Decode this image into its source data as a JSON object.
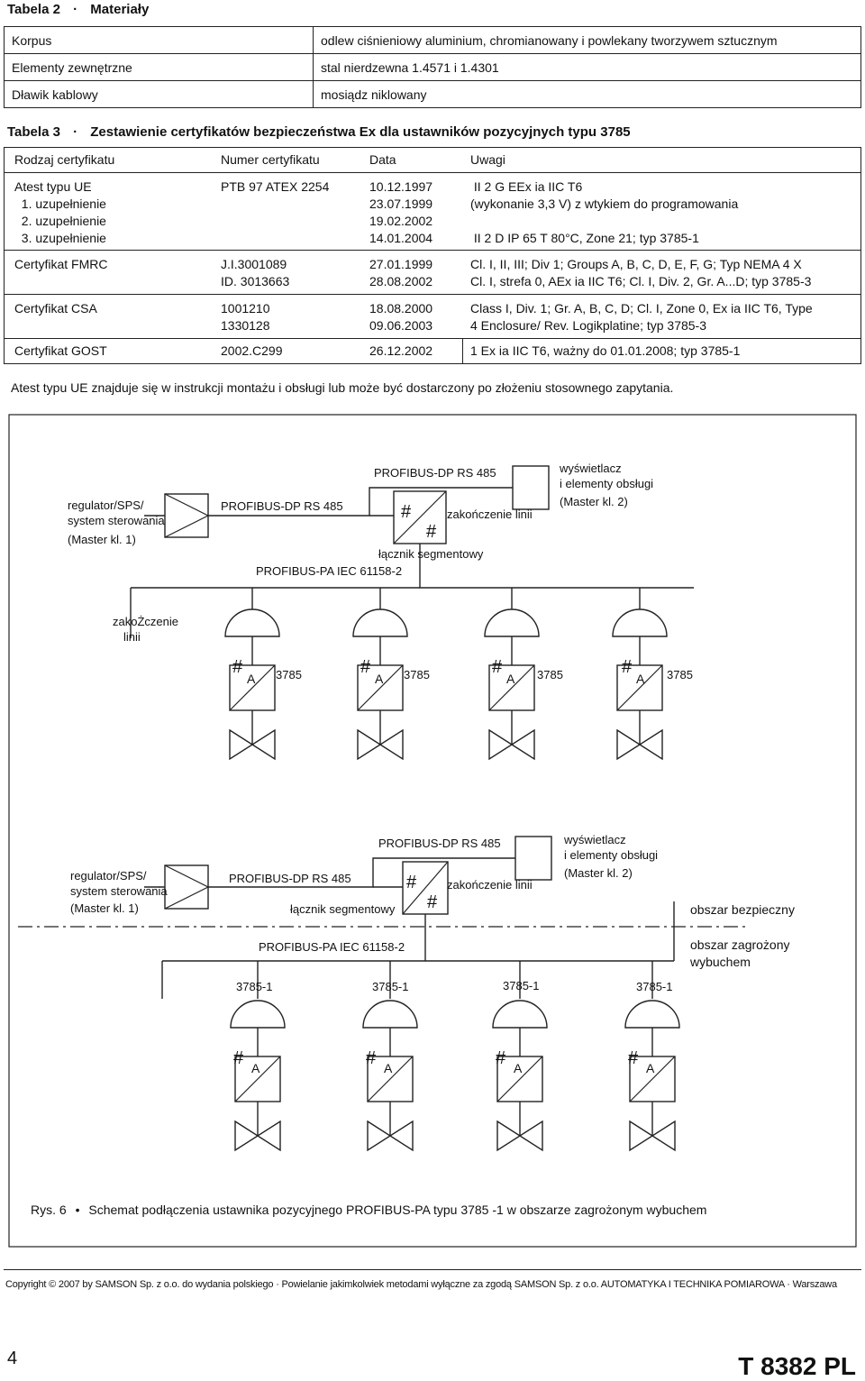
{
  "table2": {
    "label": "Tabela 2",
    "title": "Materiały",
    "rows": [
      {
        "k": "Korpus",
        "v": "odlew ciśnieniowy aluminium, chromianowany i powlekany tworzywem sztucznym"
      },
      {
        "k": "Elementy zewnętrzne",
        "v": "stal nierdzewna 1.4571 i 1.4301"
      },
      {
        "k": "Dławik kablowy",
        "v": "mosiądz niklowany"
      }
    ]
  },
  "table3": {
    "label": "Tabela 3",
    "title": "Zestawienie certyfikatów bezpieczeństwa Ex dla ustawników pozycyjnych typu 3785",
    "headers": [
      "Rodzaj certyfikatu",
      "Numer certyfikatu",
      "Data",
      "Uwagi"
    ],
    "groups": [
      {
        "type": "Atest typu UE\n  1. uzupełnienie\n  2. uzupełnienie\n  3. uzupełnienie",
        "number": "PTB 97 ATEX 2254",
        "date": "10.12.1997\n23.07.1999\n19.02.2002\n14.01.2004",
        "notes": " II 2 G EEx ia IIC T6\n(wykonanie 3,3 V) z wtykiem do programowania\n\n II 2 D IP 65 T 80°C, Zone 21; typ 3785-1"
      },
      {
        "type": "Certyfikat FMRC",
        "number": "J.I.3001089\nID. 3013663",
        "date": "27.01.1999\n28.08.2002",
        "notes": "Cl. I, II, III; Div 1; Groups A, B, C, D, E, F, G; Typ NEMA 4 X\nCl. I, strefa 0, AEx ia IIC T6; Cl. I, Div. 2, Gr. A...D; typ 3785-3"
      },
      {
        "type": "Certyfikat CSA",
        "number": "1001210\n1330128",
        "date": "18.08.2000\n09.06.2003",
        "notes": "Class I, Div. 1; Gr. A, B, C, D; Cl. I, Zone 0, Ex ia IIC T6, Type\n4 Enclosure/ Rev. Logikplatine; typ 3785-3"
      },
      {
        "type": "Certyfikat GOST",
        "number": "2002.C299",
        "date": "26.12.2002",
        "notes": "1 Ex ia IIC T6, ważny do 01.01.2008; typ 3785-1"
      }
    ]
  },
  "note_text": "Atest typu UE znajduje się w instrukcji montażu i obsługi lub może być dostarczony po złożeniu stosownego zapytania.",
  "diagram_top": {
    "master_l1": "regulator/SPS/",
    "master_l2": "system sterowania",
    "master_l3": "(Master kl. 1)",
    "dp_left": "PROFIBUS-DP RS 485",
    "dp_top": "PROFIBUS-DP RS 485",
    "display_l1": "wyświetlacz",
    "display_l2": "i elementy obsługi",
    "display_l3": "(Master kl. 2)",
    "termination": "zakończenie linii",
    "coupler": "łącznik segmentowy",
    "pa": "PROFIBUS-PA IEC 61158-2",
    "term2_l1": "zakoŻczenie",
    "term2_l2": "linii",
    "hash": "#",
    "device_label": "3785",
    "device_letter": "A"
  },
  "diagram_bottom": {
    "master_l1": "regulator/SPS/",
    "master_l2": "system sterowania",
    "master_l3": "(Master kl. 1)",
    "dp_left": "PROFIBUS-DP RS 485",
    "dp_top": "PROFIBUS-DP RS 485",
    "display_l1": "wyświetlacz",
    "display_l2": "i elementy obsługi",
    "display_l3": "(Master kl. 2)",
    "termination": "zakończenie linii",
    "coupler": "łącznik segmentowy",
    "pa": "PROFIBUS-PA IEC 61158-2",
    "safe_area": "obszar bezpieczny",
    "hazard_l1": "obszar zagrożony",
    "hazard_l2": "wybuchem",
    "hash": "#",
    "device_label": "3785-1",
    "device_letter": "A"
  },
  "caption": {
    "prefix": "Rys. 6",
    "bullet": "•",
    "text": "Schemat podłączenia ustawnika pozycyjnego PROFIBUS-PA typu 3785 -1 w obszarze zagrożonym wybuchem"
  },
  "copyright": "Copyright © 2007 by SAMSON Sp. z o.o. do wydania polskiego · Powielanie jakimkolwiek metodami wyłączne za zgodą SAMSON Sp. z o.o. AUTOMATYKA I TECHNIKA POMIAROWA · Warszawa",
  "page_number": "4",
  "doc_code": "T 8382 PL"
}
